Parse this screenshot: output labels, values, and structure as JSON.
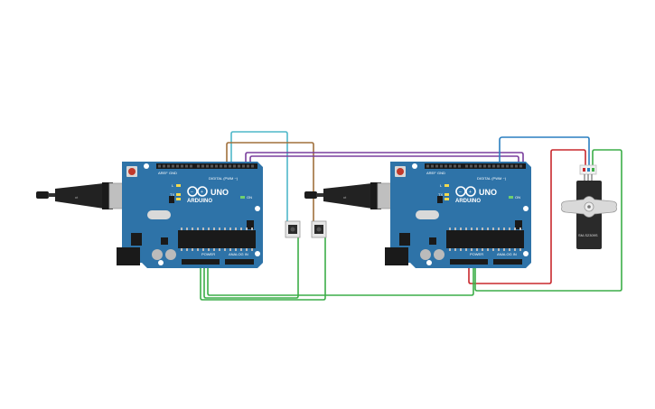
{
  "boards": [
    {
      "model_label": "UNO",
      "brand_label": "ARDUINO",
      "digital_label": "DIGITAL (PWM ~)",
      "power_label": "POWER",
      "analog_label": "ANALOG IN",
      "aref_label": "AREF",
      "gnd_label": "GND",
      "tx_label": "TX",
      "rx_label": "RX",
      "l_label": "L",
      "on_label": "ON"
    },
    {
      "model_label": "UNO",
      "brand_label": "ARDUINO",
      "digital_label": "DIGITAL (PWM ~)",
      "power_label": "POWER",
      "analog_label": "ANALOG IN",
      "aref_label": "AREF",
      "gnd_label": "GND",
      "tx_label": "TX",
      "rx_label": "RX",
      "l_label": "L",
      "on_label": "ON"
    }
  ],
  "servo": {
    "label": "SM-S2309S"
  },
  "components": {
    "buttons": [
      "pushbutton",
      "pushbutton"
    ],
    "wire_colors": {
      "cyan": "#4fb8c9",
      "brown": "#a0703c",
      "purple": "#7a3e9d",
      "blue": "#2a7fc0",
      "red": "#c8282d",
      "green": "#3cae48"
    },
    "board_color": "#2e73a8"
  }
}
